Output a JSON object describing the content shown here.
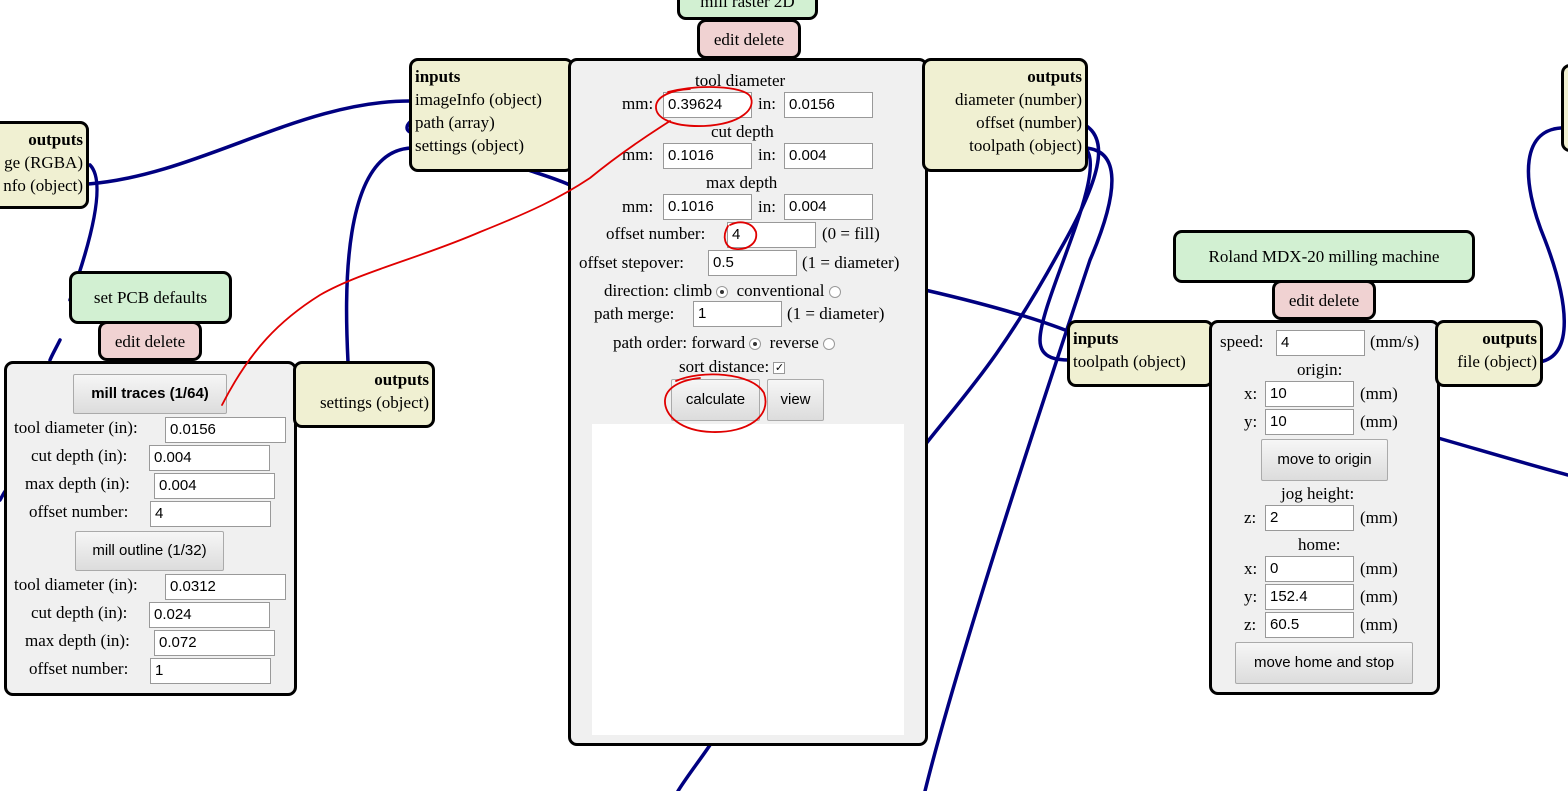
{
  "mill_raster": {
    "title_partial": "mill raster 2D",
    "edit_label": "edit",
    "delete_label": "delete",
    "inputs": {
      "header": "inputs",
      "items": [
        "imageInfo (object)",
        "path (array)",
        "settings (object)"
      ]
    },
    "outputs": {
      "header": "outputs",
      "items": [
        "diameter (number)",
        "offset (number)",
        "toolpath (object)"
      ]
    },
    "tool_diameter": {
      "heading": "tool diameter",
      "mm_label": "mm:",
      "mm_value": "0.39624",
      "in_label": "in:",
      "in_value": "0.0156"
    },
    "cut_depth": {
      "heading": "cut depth",
      "mm_label": "mm:",
      "mm_value": "0.1016",
      "in_label": "in:",
      "in_value": "0.004"
    },
    "max_depth": {
      "heading": "max depth",
      "mm_label": "mm:",
      "mm_value": "0.1016",
      "in_label": "in:",
      "in_value": "0.004"
    },
    "offset_number": {
      "label": "offset number:",
      "value": "4",
      "hint": "(0 = fill)"
    },
    "offset_stepover": {
      "label": "offset stepover:",
      "value": "0.5",
      "hint": "(1 = diameter)"
    },
    "direction": {
      "label": "direction: climb",
      "alt": "conventional",
      "selected": "climb"
    },
    "path_merge": {
      "label": "path merge:",
      "value": "1",
      "hint": "(1 = diameter)"
    },
    "path_order": {
      "label": "path order: forward",
      "alt": "reverse",
      "selected": "forward"
    },
    "sort_distance": {
      "label": "sort distance:",
      "checked": true
    },
    "calculate_label": "calculate",
    "view_label": "view"
  },
  "left_outputs": {
    "header": "outputs",
    "items": [
      "ge (RGBA)",
      "nfo (object)"
    ]
  },
  "pcb_defaults": {
    "title": "set PCB defaults",
    "edit_label": "edit",
    "delete_label": "delete",
    "mill_traces_label": "mill traces (1/64)",
    "traces": [
      {
        "label": "tool diameter (in):",
        "value": "0.0156"
      },
      {
        "label": "cut depth (in):",
        "value": "0.004"
      },
      {
        "label": "max depth (in):",
        "value": "0.004"
      },
      {
        "label": "offset number:",
        "value": "4"
      }
    ],
    "mill_outline_label": "mill outline (1/32)",
    "outline": [
      {
        "label": "tool diameter (in):",
        "value": "0.0312"
      },
      {
        "label": "cut depth (in):",
        "value": "0.024"
      },
      {
        "label": "max depth (in):",
        "value": "0.072"
      },
      {
        "label": "offset number:",
        "value": "1"
      }
    ],
    "outputs": {
      "header": "outputs",
      "items": [
        "settings (object)"
      ]
    }
  },
  "roland": {
    "title": "Roland MDX-20 milling machine",
    "edit_label": "edit",
    "delete_label": "delete",
    "inputs": {
      "header": "inputs",
      "items": [
        "toolpath (object)"
      ]
    },
    "outputs": {
      "header": "outputs",
      "items": [
        "file (object)"
      ]
    },
    "speed": {
      "label": "speed:",
      "value": "4",
      "unit": "(mm/s)"
    },
    "origin_heading": "origin:",
    "origin_x": {
      "label": "x:",
      "value": "10",
      "unit": "(mm)"
    },
    "origin_y": {
      "label": "y:",
      "value": "10",
      "unit": "(mm)"
    },
    "move_to_origin_label": "move to origin",
    "jog_heading": "jog height:",
    "jog_z": {
      "label": "z:",
      "value": "2",
      "unit": "(mm)"
    },
    "home_heading": "home:",
    "home_x": {
      "label": "x:",
      "value": "0",
      "unit": "(mm)"
    },
    "home_y": {
      "label": "y:",
      "value": "152.4",
      "unit": "(mm)"
    },
    "home_z": {
      "label": "z:",
      "value": "60.5",
      "unit": "(mm)"
    },
    "move_home_label": "move home and stop"
  },
  "colors": {
    "wire": "#000080",
    "annotation": "#e00000",
    "io_fill": "#f0f0d2",
    "title_fill": "#d2f0d2",
    "edit_fill": "#f0d2d2",
    "panel_fill": "#f0f0f0"
  }
}
